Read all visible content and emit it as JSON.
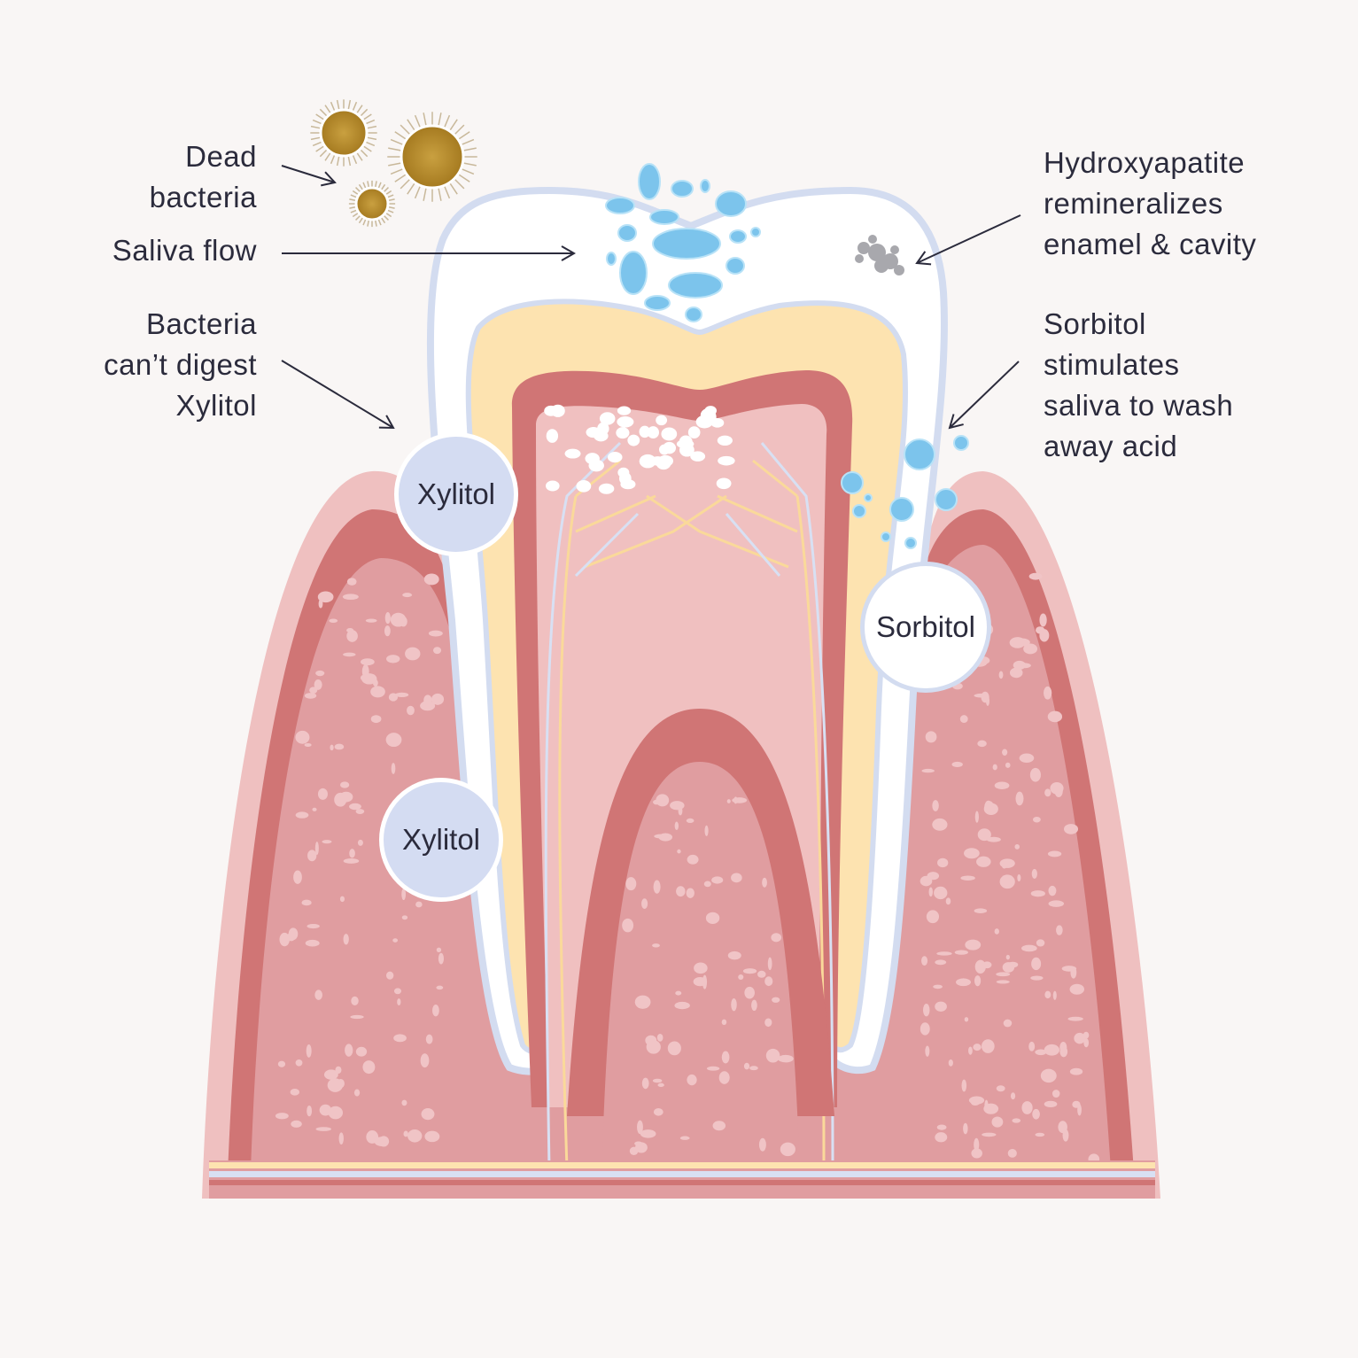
{
  "labels": {
    "dead_bacteria": [
      "Dead",
      "bacteria"
    ],
    "saliva_flow": [
      "Saliva flow"
    ],
    "bacteria_xylitol": [
      "Bacteria",
      "can’t digest",
      "Xylitol"
    ],
    "hydroxyapatite": [
      "Hydroxyapatite",
      "remineralizes",
      "enamel & cavity"
    ],
    "sorbitol": [
      "Sorbitol",
      "stimulates",
      "saliva to wash",
      "away acid"
    ]
  },
  "bubbles": {
    "xylitol_top": "Xylitol",
    "xylitol_bottom": "Xylitol",
    "sorbitol": "Sorbitol"
  },
  "colors": {
    "background": "#f9f6f5",
    "gum_outer": "#efc0c0",
    "gum_band": "#d07575",
    "bone": "#e09da0",
    "enamel": "#ffffff",
    "enamel_outline": "#d3dcf0",
    "dentin": "#fde3b0",
    "pulp": "#f0c0c0",
    "saliva": "#7cc4ec",
    "xylitol": "#d4dcf2"
  }
}
